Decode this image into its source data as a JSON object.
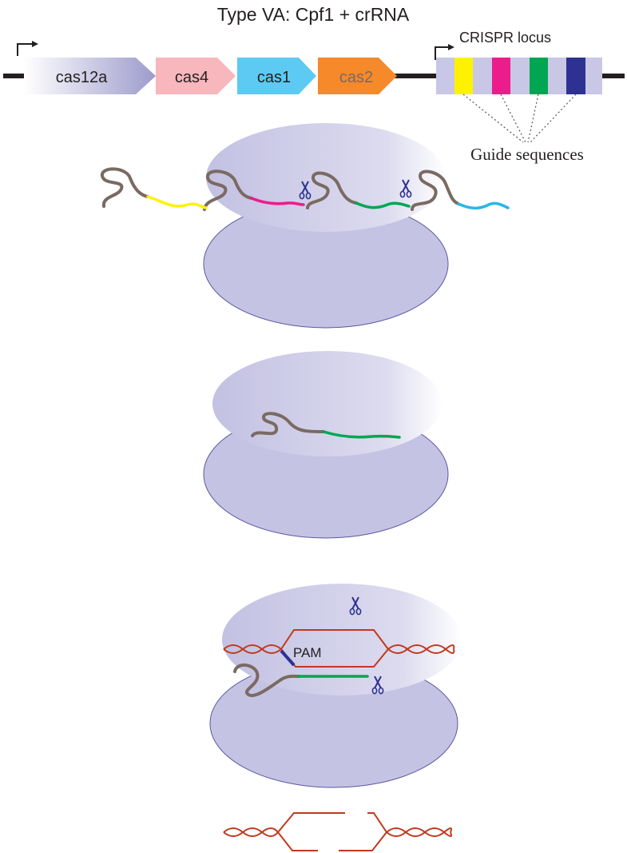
{
  "title": "Type VA: Cpf1 + crRNA",
  "genes": [
    {
      "name": "cas12a",
      "color": "#9d9bcc"
    },
    {
      "name": "cas4",
      "color": "#f7b7bd"
    },
    {
      "name": "cas1",
      "color": "#5ccaf3"
    },
    {
      "name": "cas2",
      "color": "#f6892a"
    }
  ],
  "crispr_locus": {
    "label": "CRISPR locus",
    "spacer_colors": [
      "#fff200",
      "#ec1c8b",
      "#00a651",
      "#2e3192"
    ],
    "repeat_color": "#c8c7e6"
  },
  "guide_label": "Guide sequences",
  "pam_label": "PAM",
  "icons": [
    "promoter-arrow-icon",
    "scissors-icon"
  ],
  "colors": {
    "protein": "#c5c3e3",
    "protein_edge": "#5a58a3",
    "crrna_repeat": "#7a6a62",
    "dna": "#c1391e",
    "scissors": "#2e3192",
    "backbone": "#231f20"
  }
}
